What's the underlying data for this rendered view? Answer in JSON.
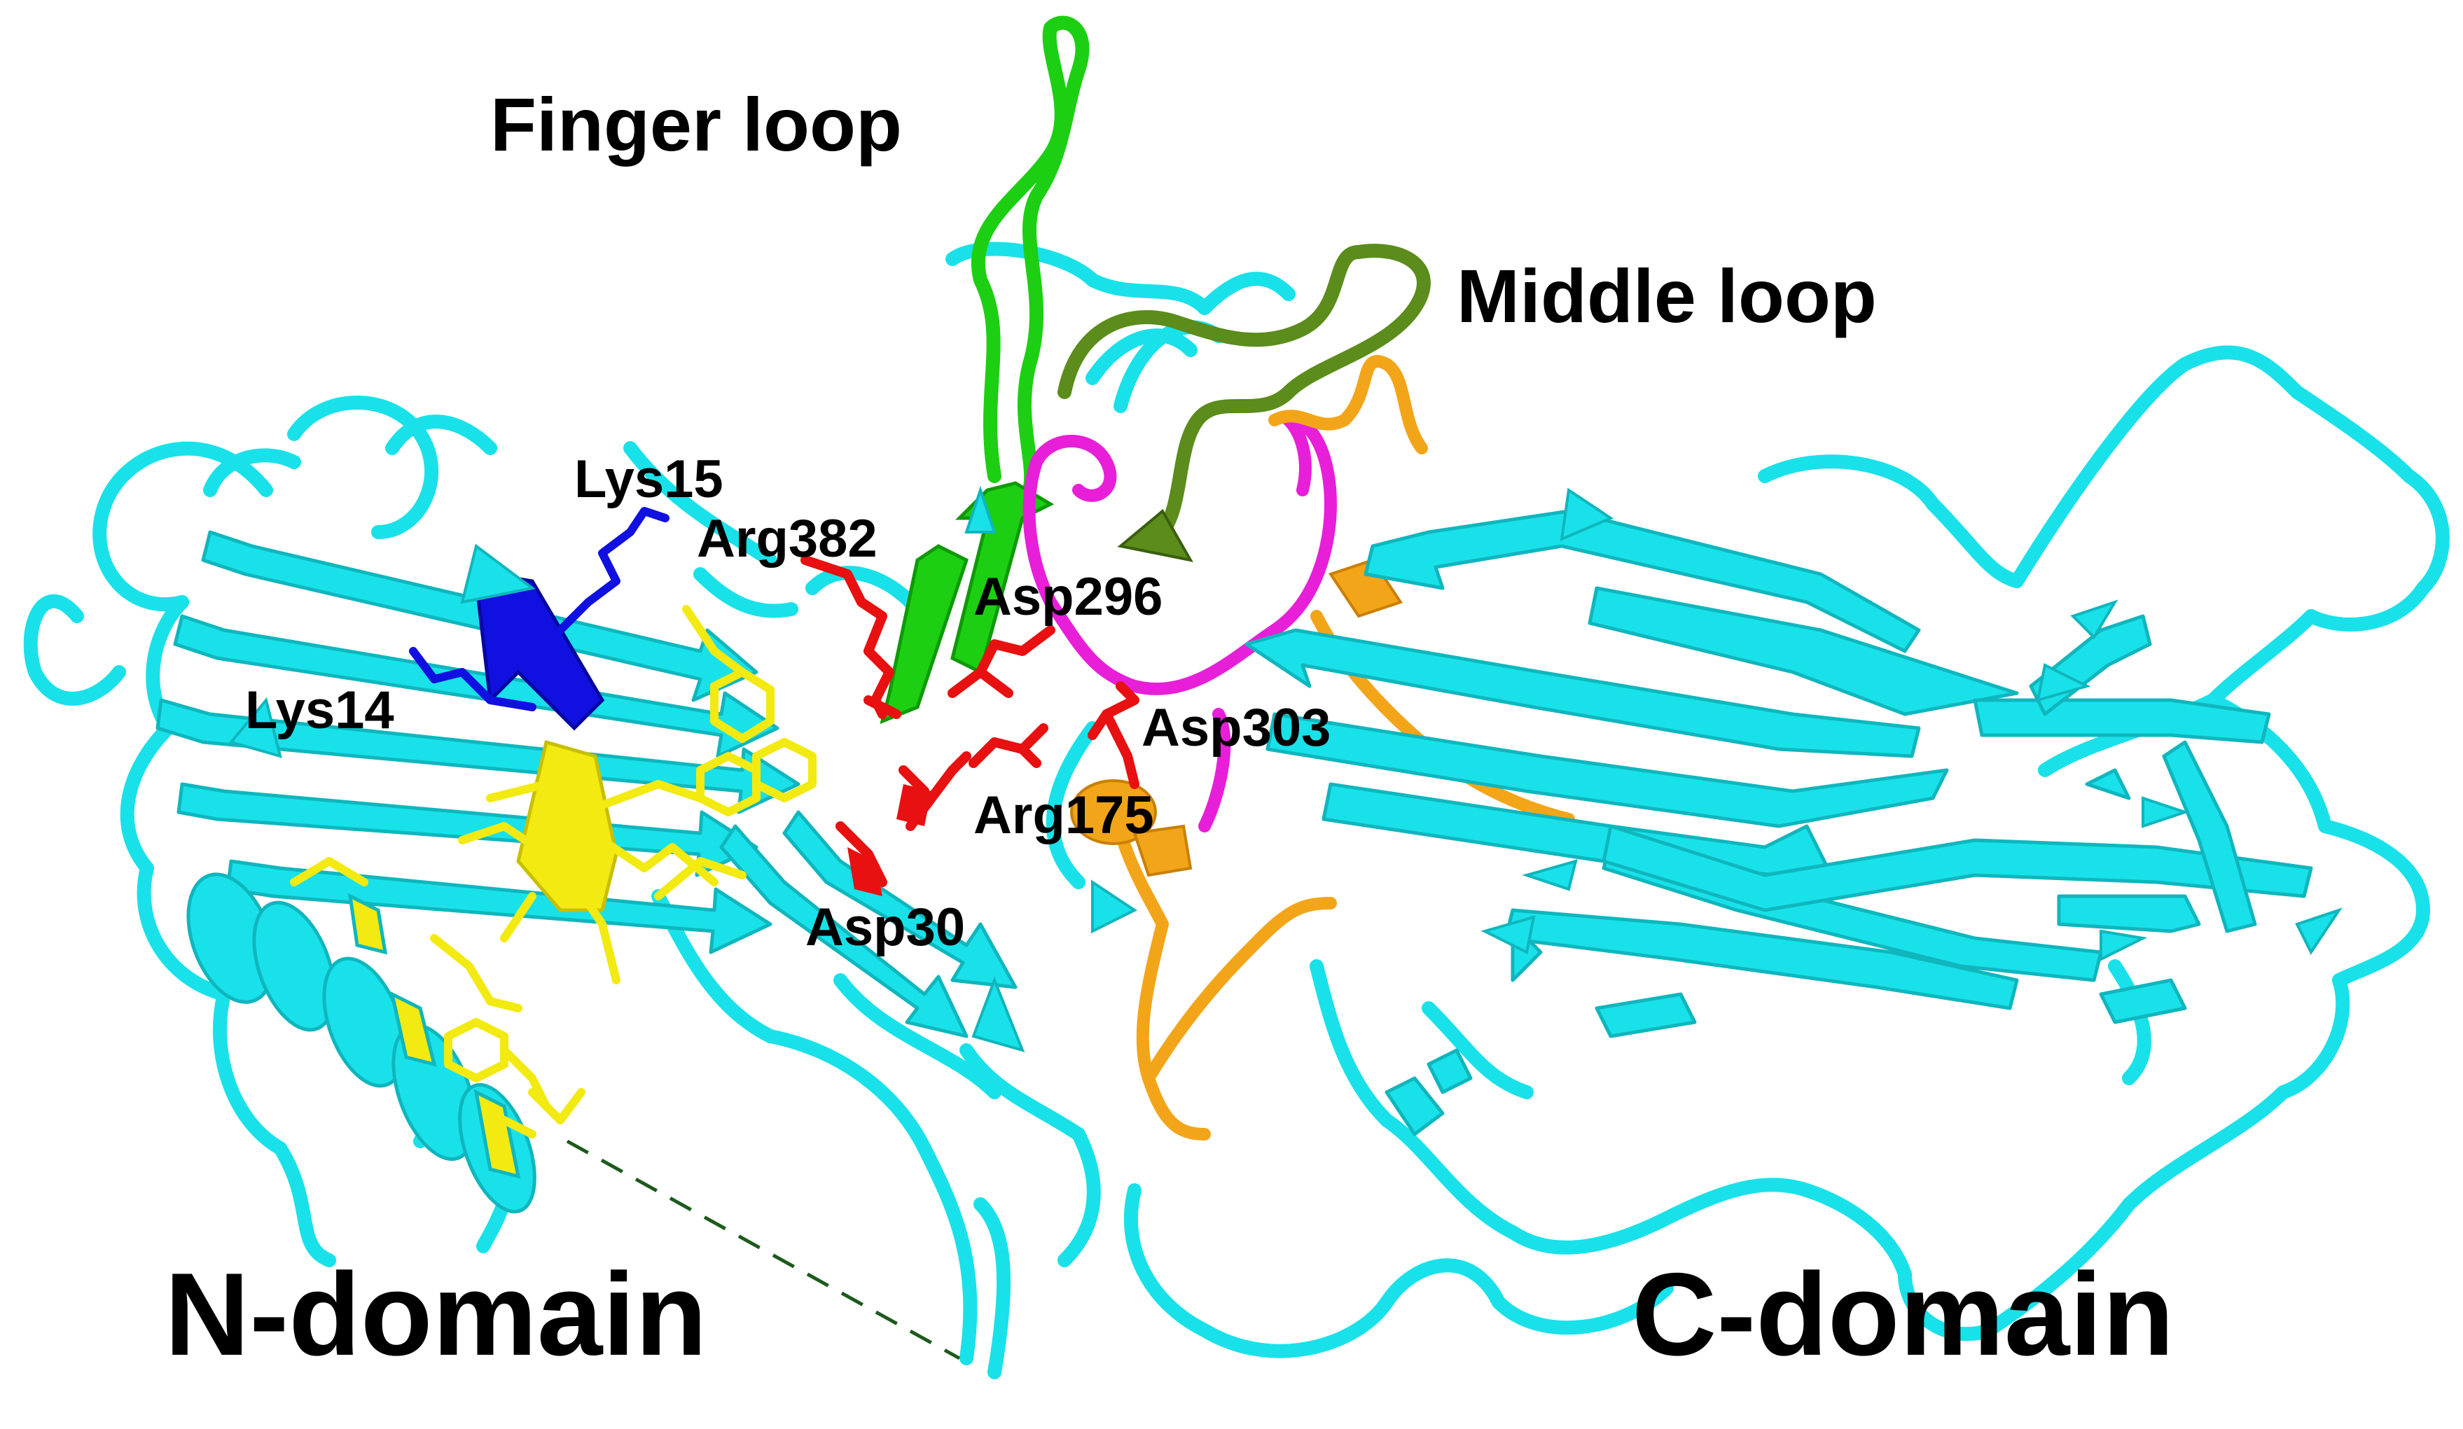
{
  "figure": {
    "labels": {
      "n_domain": "N-domain",
      "c_domain": "C-domain",
      "finger_loop": "Finger loop",
      "middle_loop": "Middle loop",
      "lys15": "Lys15",
      "lys14": "Lys14",
      "arg382": "Arg382",
      "asp296": "Asp296",
      "asp303": "Asp303",
      "arg175": "Arg175",
      "asp30": "Asp30"
    },
    "colors": {
      "backbone": "#19e1e9",
      "backbone_shade": "#0fb6bd",
      "finger_loop": "#1ccf12",
      "middle_loop": "#5b8c1c",
      "polar_loop": "#e81fd8",
      "c_loop": "#f3a51a",
      "interface_residues": "#f2ea10",
      "lysine": "#1010e0",
      "charged_residues": "#e81010",
      "gap": "#1d5a1d"
    }
  }
}
